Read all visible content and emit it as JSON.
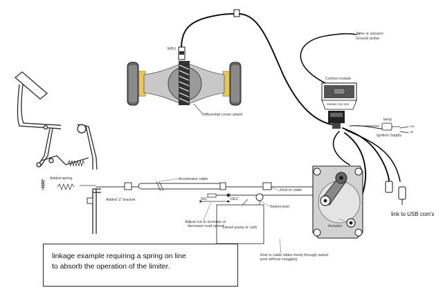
{
  "labels": {
    "zone": "Zone or sensors",
    "ground": "Ground active",
    "mpu": "MPU",
    "control_module": "Control module",
    "module_part": "Module 110-164",
    "lamp": "lamp",
    "vplus": "+ve",
    "vminus": "-ve",
    "ignition": "Ignition Supply",
    "crown_wheel": "Differential crown wheel",
    "added_spring": "Added spring",
    "z_bracket": "Added 'Z' bracket",
    "accelerator_cable": "Accelerator cable",
    "rod_or_cable": "Rod or cable",
    "inc": "INC",
    "dec": "DEC",
    "swivel_post": "Swivel post",
    "adjust_nut": "Adjust nut to increase or decrease road speed",
    "diesel_pump": "Diesel pump or carb",
    "actuator": "Actuator",
    "rod_slides": "Rod or cable slides freely through swivel post without snagging",
    "usb": "link to USB com's"
  },
  "caption": {
    "line1": "linkage example requiring a spring on line",
    "line2": "to absorb the operation of the limiter."
  }
}
